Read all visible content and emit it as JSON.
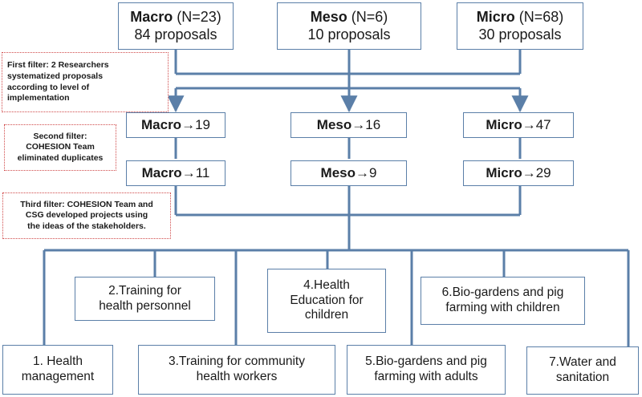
{
  "top_boxes": [
    {
      "level": "Macro",
      "count": "(N=23)",
      "proposals": "84 proposals"
    },
    {
      "level": "Meso",
      "count": "(N=6)",
      "proposals": "10 proposals"
    },
    {
      "level": "Micro",
      "count": "(N=68)",
      "proposals": "30 proposals"
    }
  ],
  "filters": [
    {
      "lines": [
        "First filter: 2 Researchers",
        "systematized proposals",
        "according to level of",
        "implementation"
      ]
    },
    {
      "lines": [
        "Second filter:",
        "COHESION Team",
        "eliminated duplicates"
      ]
    },
    {
      "lines": [
        "Third filter: COHESION Team and",
        "CSG developed projects using",
        "the ideas of the stakeholders."
      ]
    }
  ],
  "after_first": [
    {
      "level": "Macro",
      "value": "19"
    },
    {
      "level": "Meso",
      "value": "16"
    },
    {
      "level": "Micro",
      "value": "47"
    }
  ],
  "after_second": [
    {
      "level": "Macro",
      "value": "11"
    },
    {
      "level": "Meso",
      "value": "9"
    },
    {
      "level": "Micro",
      "value": "29"
    }
  ],
  "arrow_glyph": "→",
  "projects": [
    {
      "lines": [
        "1. Health",
        "management"
      ]
    },
    {
      "lines": [
        "2.Training for",
        "health personnel"
      ]
    },
    {
      "lines": [
        "3.Training for community",
        "health workers"
      ]
    },
    {
      "lines": [
        "4.Health",
        "Education for",
        "children"
      ]
    },
    {
      "lines": [
        "5.Bio-gardens and pig",
        "farming with adults"
      ]
    },
    {
      "lines": [
        "6.Bio-gardens and pig",
        "farming with children"
      ]
    },
    {
      "lines": [
        "7.Water and",
        "sanitation"
      ]
    }
  ],
  "colors": {
    "connector": "#5b7fa8",
    "box_border": "#5b7fa8",
    "filter_border": "#d04a4a"
  }
}
